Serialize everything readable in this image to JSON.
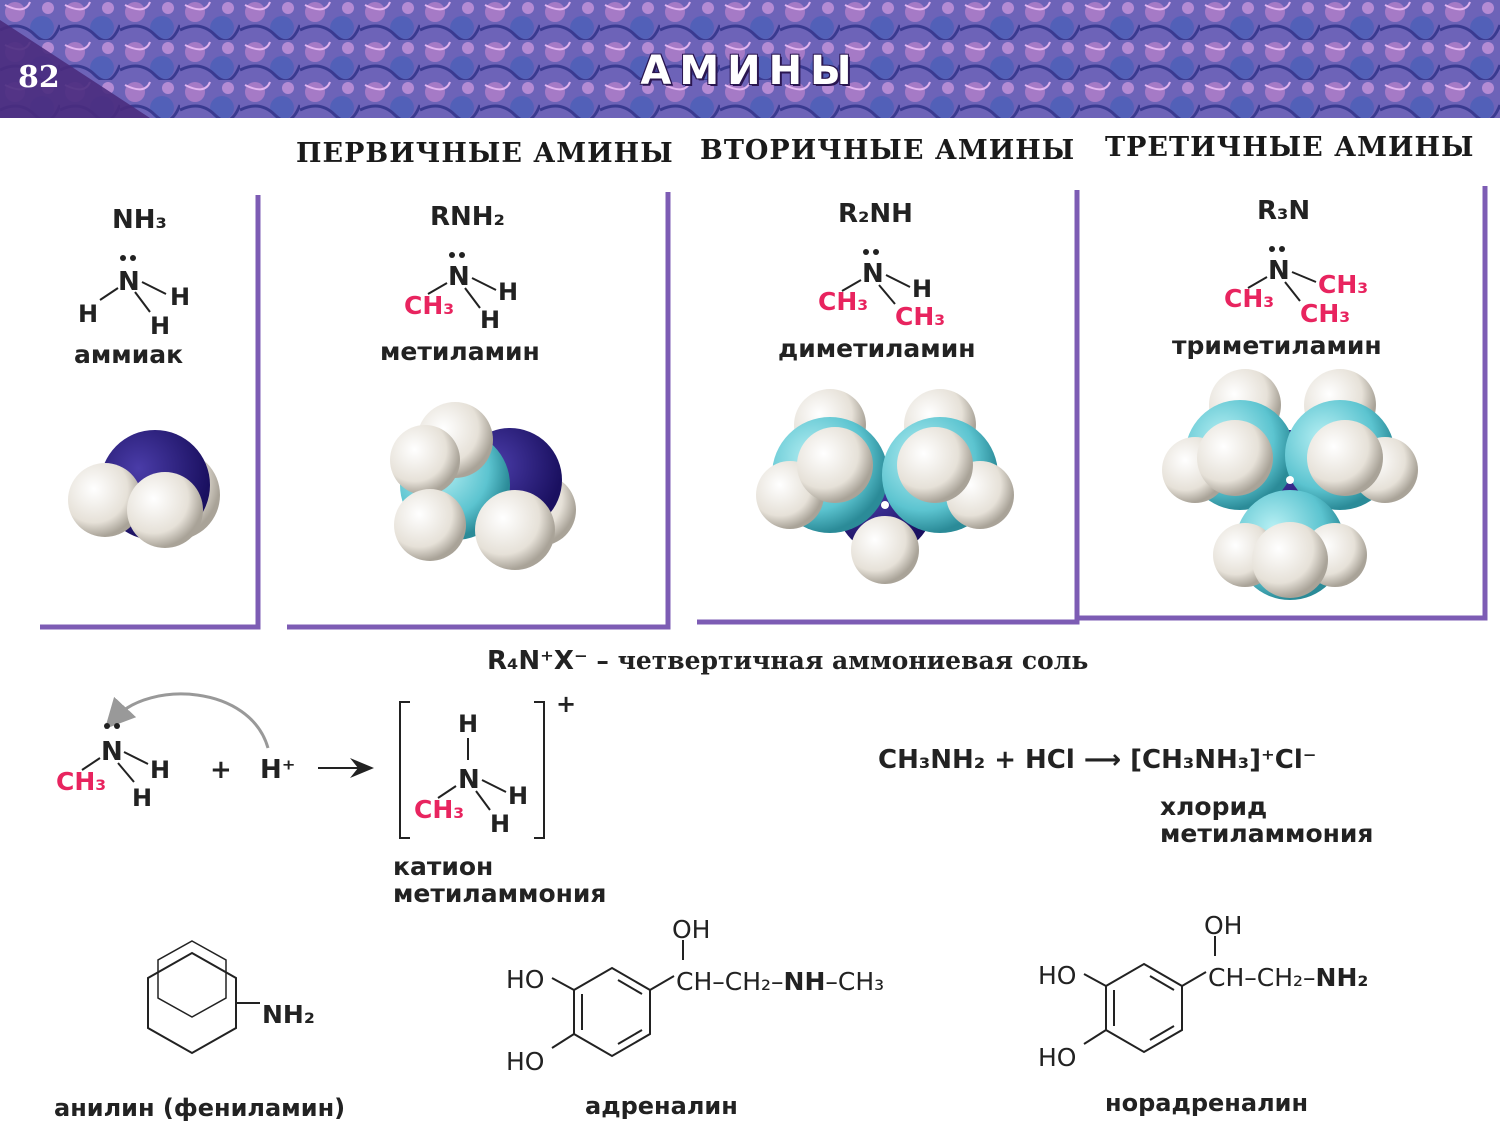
{
  "page": {
    "number": "82",
    "title": "АМИНЫ"
  },
  "headers": {
    "primary": "ПЕРВИЧНЫЕ АМИНЫ",
    "secondary": "ВТОРИЧНЫЕ АМИНЫ",
    "tertiary": "ТРЕТИЧНЫЕ АМИНЫ"
  },
  "columns": [
    {
      "formula": "NH₃",
      "name": "аммиак"
    },
    {
      "formula": "RNH₂",
      "name": "метиламин"
    },
    {
      "formula": "R₂NH",
      "name": "диметиламин"
    },
    {
      "formula": "R₃N",
      "name": "триметиламин"
    }
  ],
  "atoms": {
    "N": "N",
    "H": "H",
    "CH3": "CH₃"
  },
  "quaternary": {
    "formula": "R₄N⁺X⁻",
    "text": " – четвертичная аммониевая соль"
  },
  "reaction1": {
    "plus": "+",
    "proton": "H⁺",
    "charge": "+",
    "product_name_1": "катион",
    "product_name_2": "метиламмония"
  },
  "reaction2": {
    "equation": "CH₃NH₂ + HCl ⟶ [CH₃NH₃]⁺Cl⁻",
    "name_1": "хлорид",
    "name_2": "метиламмония"
  },
  "bottom": {
    "aniline": {
      "group": "NH₂",
      "name": "анилин (фениламин)"
    },
    "adrenaline": {
      "oh": "OH",
      "ho1": "HO",
      "ho2": "HO",
      "chain": "CH–CH₂–",
      "nh": "NH",
      "tail": "–CH₃",
      "name": "адреналин"
    },
    "noradrenaline": {
      "oh": "OH",
      "ho1": "HO",
      "ho2": "HO",
      "chain": "CH–CH₂–",
      "nh": "NH₂",
      "name": "норадреналин"
    }
  },
  "colors": {
    "nitrogen": "#2a1c78",
    "carbon": "#5cc4d0",
    "hydrogen": "#eeeae2",
    "frame": "#7d5cb4",
    "methyl": "#e8245f"
  }
}
